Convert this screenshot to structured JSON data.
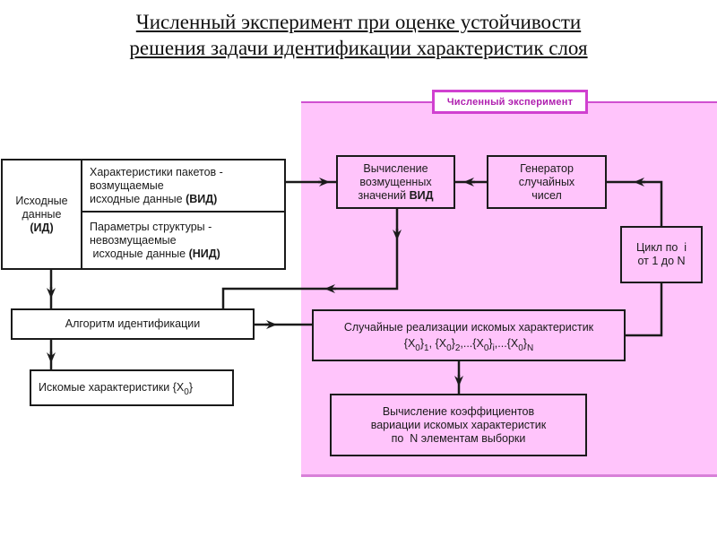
{
  "title": {
    "line1": "Численный эксперимент при оценке устойчивости",
    "line2": "решения задачи идентификации характеристик слоя"
  },
  "experiment_region": {
    "label": "Численный эксперимент",
    "color": "#ffc4fb",
    "border_color": "#d040d0"
  },
  "boxes": {
    "source_data": {
      "line1": "Исходные",
      "line2": "данные",
      "line3": "(ИД)"
    },
    "vid": {
      "line1": "Характеристики пакетов -",
      "line2": "возмущаемые",
      "line3": "исходные данные ",
      "abbr": "(ВИД)"
    },
    "nid": {
      "line1": "Параметры структуры -",
      "line2": "невозмущаемые",
      "line3": " исходные данные ",
      "abbr": "(НИД)"
    },
    "perturbed": {
      "line1": "Вычисление",
      "line2": "возмущенных",
      "line3": "значений ",
      "abbr": "ВИД"
    },
    "generator": {
      "line1": "Генератор",
      "line2": "случайных",
      "line3": "чисел"
    },
    "loop": {
      "line1": "Цикл по  i",
      "line2": "от 1 до N"
    },
    "algorithm": {
      "label": "Алгоритм идентификации"
    },
    "sought": {
      "label": "Искомые характеристики {X",
      "sub": "0",
      "close": "}"
    },
    "realizations": {
      "line1": "Случайные реализации искомых характеристик",
      "terms": [
        {
          "text": "{X",
          "sub0": "0",
          "close": "}",
          "idx": "1",
          "sep": ", "
        },
        {
          "text": "{X",
          "sub0": "0",
          "close": "}",
          "idx": "2",
          "sep": ",..."
        },
        {
          "text": "{X",
          "sub0": "0",
          "close": "}",
          "idx": "i",
          "sep": ",..."
        },
        {
          "text": "{X",
          "sub0": "0",
          "close": "}",
          "idx": "N",
          "sep": ""
        }
      ]
    },
    "coefficients": {
      "line1": "Вычисление коэффициентов",
      "line2": "вариации искомых характеристик",
      "line3": "по  N элементам выборки"
    }
  }
}
